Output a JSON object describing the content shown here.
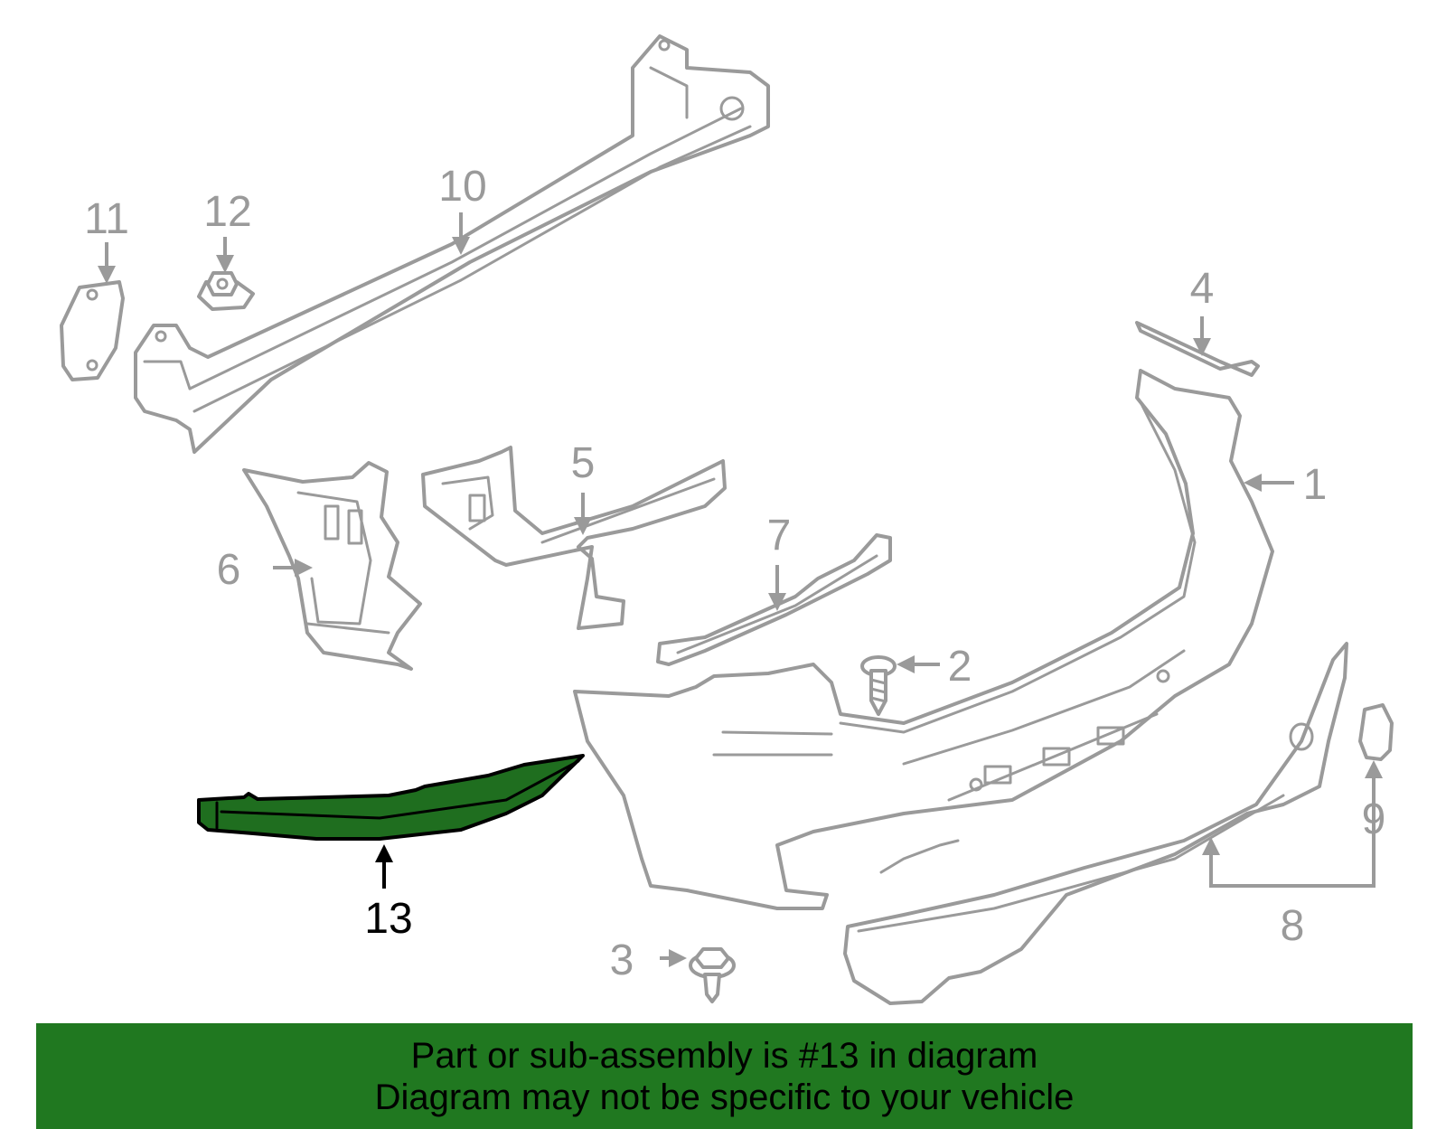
{
  "callouts": {
    "p1": "1",
    "p2": "2",
    "p3": "3",
    "p4": "4",
    "p5": "5",
    "p6": "6",
    "p7": "7",
    "p8": "8",
    "p9": "9",
    "p10": "10",
    "p11": "11",
    "p12": "12",
    "p13": "13"
  },
  "highlight": {
    "part": "13",
    "color": "#207820"
  },
  "banner": {
    "line1": "Part or sub-assembly is #13 in diagram",
    "line2": "Diagram may not be specific to your vehicle"
  }
}
